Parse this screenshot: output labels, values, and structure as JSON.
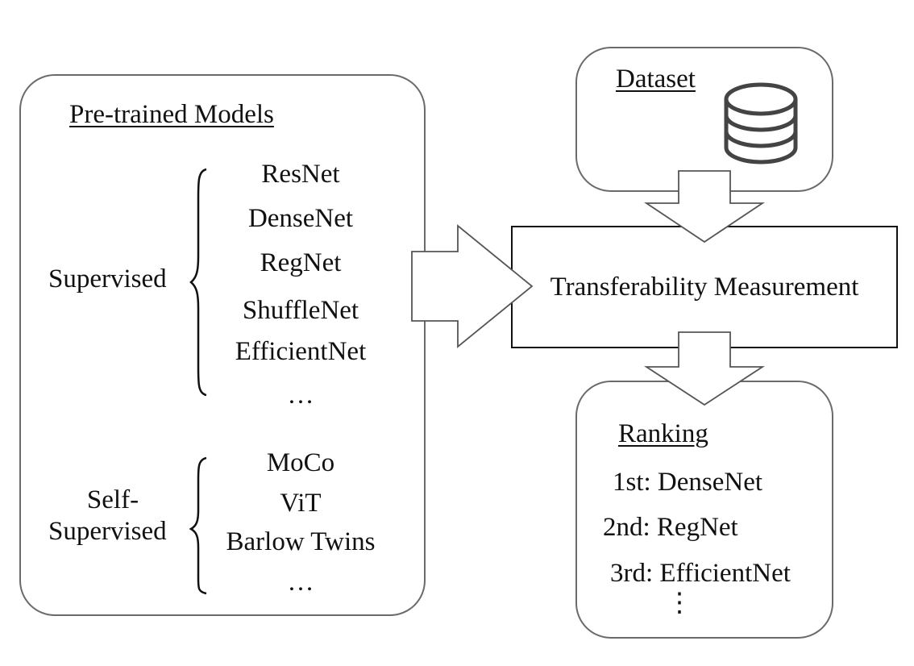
{
  "models_panel": {
    "title": "Pre-trained Models",
    "supervised_label": "Supervised",
    "supervised_items": [
      "ResNet",
      "DenseNet",
      "RegNet",
      "ShuffleNet",
      "EfficientNet",
      "…"
    ],
    "self_label_line1": "Self-",
    "self_label_line2": "Supervised",
    "self_items": [
      "MoCo",
      "ViT",
      "Barlow Twins",
      "…"
    ]
  },
  "dataset_panel": {
    "title": "Dataset",
    "icon": "database-icon"
  },
  "measurement": {
    "label": "Transferability Measurement"
  },
  "ranking_panel": {
    "title": "Ranking",
    "items": [
      "1st: DenseNet",
      "2nd: RegNet",
      "3rd: EfficientNet"
    ],
    "more": "⋮"
  }
}
